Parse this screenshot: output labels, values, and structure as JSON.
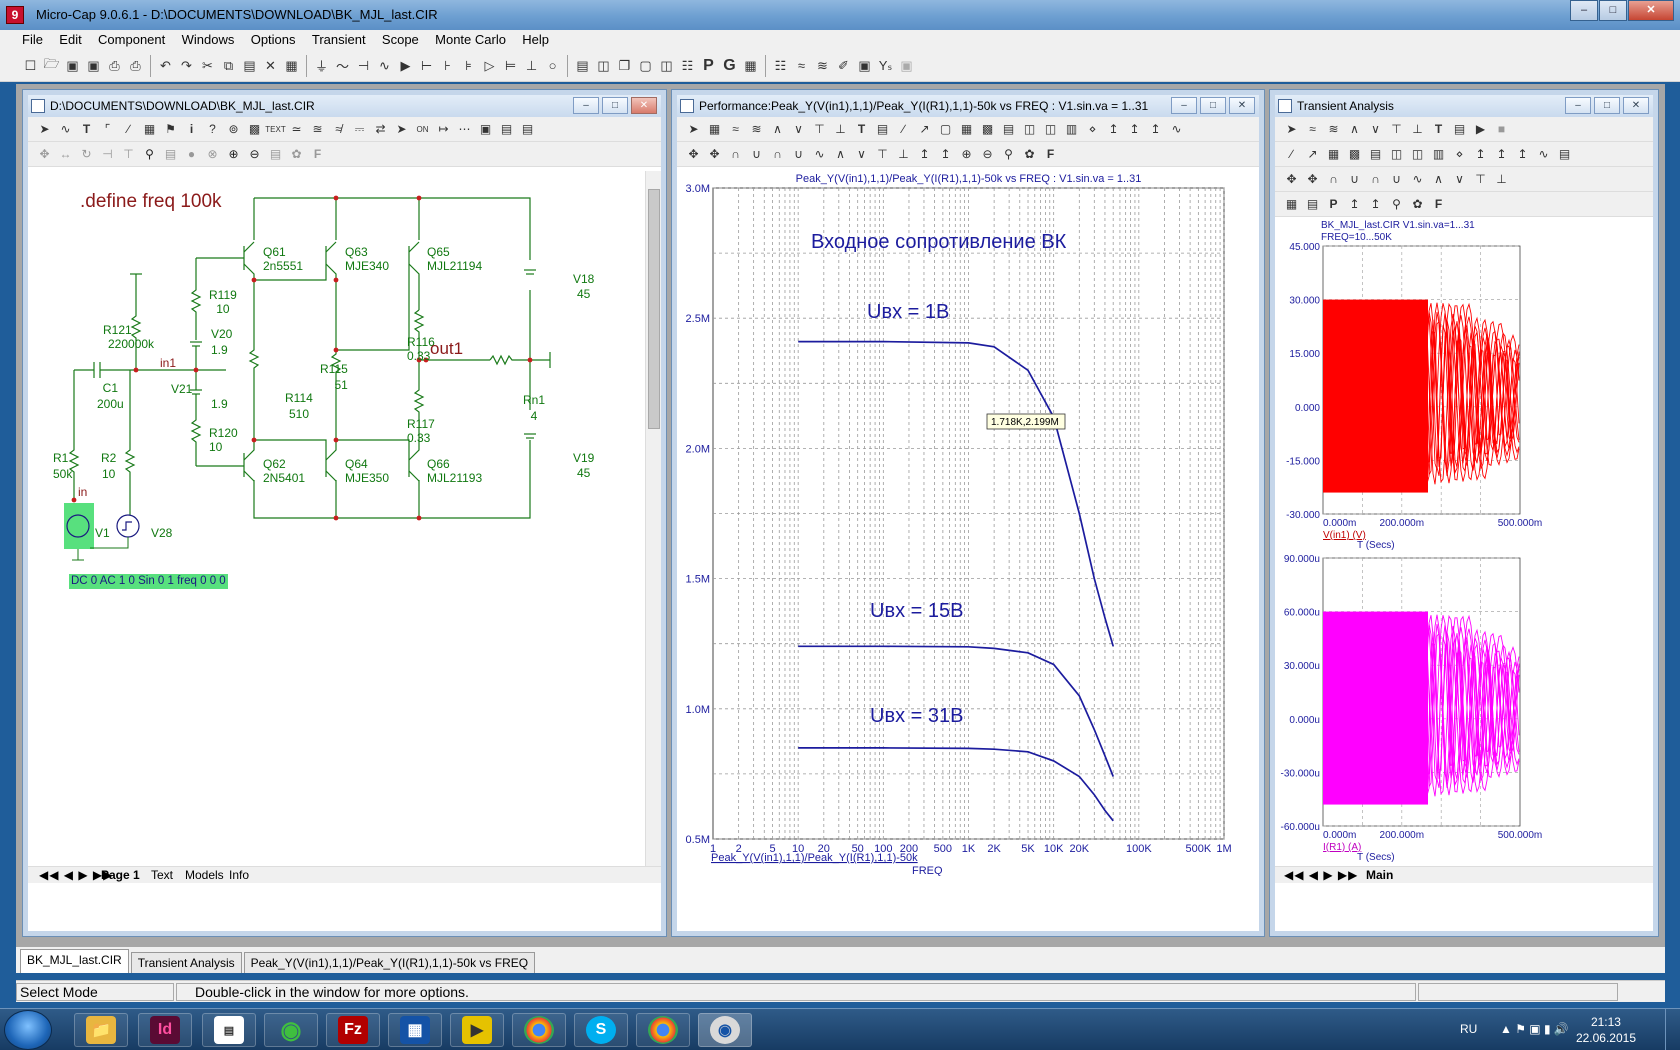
{
  "app": {
    "title": "Micro-Cap 9.0.6.1 - D:\\DOCUMENTS\\DOWNLOAD\\BK_MJL_last.CIR",
    "icon": "9"
  },
  "menu": [
    "File",
    "Edit",
    "Component",
    "Windows",
    "Options",
    "Transient",
    "Scope",
    "Monte Carlo",
    "Help"
  ],
  "schematic": {
    "title": "D:\\DOCUMENTS\\DOWNLOAD\\BK_MJL_last.CIR",
    "define": ".define freq 100k",
    "components": {
      "Q61": "Q61",
      "Q61v": "2n5551",
      "Q63": "Q63",
      "Q63v": "MJE340",
      "Q65": "Q65",
      "Q65v": "MJL21194",
      "Q62": "Q62",
      "Q62v": "2N5401",
      "Q64": "Q64",
      "Q64v": "MJE350",
      "Q66": "Q66",
      "Q66v": "MJL21193",
      "R119": "R119",
      "R119v": "10",
      "R121": "R121",
      "R121v": "220000k",
      "V20": "V20",
      "V20v": "1.9",
      "V21": "V21",
      "V21v": "1.9",
      "R120": "R120",
      "R120v": "10",
      "C1": "C1",
      "C1v": "200u",
      "R1": "R1",
      "R1v": "50k",
      "R2": "R2",
      "R2v": "10",
      "R114": "R114",
      "R114v": "510",
      "R115": "R115",
      "R115v": "51",
      "R116": "R116",
      "R116v": "0.33",
      "R117": "R117",
      "R117v": "0.33",
      "Rn1": "Rn1",
      "Rn1v": "4",
      "V18": "V18",
      "V18v": "45",
      "V19": "V19",
      "V19v": "45",
      "V1": "V1",
      "V28": "V28"
    },
    "nodes": {
      "in1": "in1",
      "out1": "out1",
      "in": "in"
    },
    "v1_attr": "DC 0 AC 1 0 Sin 0 1 freq 0 0 0",
    "page_tabs": [
      "Page 1",
      "Text",
      "Models",
      "Info"
    ]
  },
  "performance": {
    "title": "Performance:Peak_Y(V(in1),1,1)/Peak_Y(I(R1),1,1)-50k vs FREQ : V1.sin.va = 1..31",
    "plot_title": "Peak_Y(V(in1),1,1)/Peak_Y(I(R1),1,1)-50k vs FREQ : V1.sin.va = 1..31",
    "heading": "Входное сопротивление ВК",
    "labels": [
      "Uвх = 1В",
      "Uвх = 15В",
      "Uвх = 31В"
    ],
    "tooltip": "1.718K,2.199M",
    "y_label": "Peak_Y(V(in1),1,1)/Peak_Y(I(R1),1,1)-50k",
    "x_label": "FREQ"
  },
  "transient": {
    "title": "Transient Analysis",
    "hdr1": "BK_MJL_last.CIR V1.sin.va=1...31",
    "hdr2": "FREQ=10...50K",
    "top_y_label": "V(in1) (V)",
    "bot_y_label": "I(R1) (A)",
    "x_label": "T (Secs)",
    "top_yticks": [
      "45.000",
      "30.000",
      "15.000",
      "0.000",
      "-15.000",
      "-30.000"
    ],
    "bot_yticks": [
      "90.000u",
      "60.000u",
      "30.000u",
      "0.000u",
      "-30.000u",
      "-60.000u"
    ],
    "xticks": [
      "0.000m",
      "200.000m",
      "500.000m"
    ],
    "tab": "Main"
  },
  "chart_data": {
    "type": "line",
    "title": "Peak_Y(V(in1),1,1)/Peak_Y(I(R1),1,1)-50k vs FREQ : V1.sin.va = 1..31",
    "xlabel": "FREQ",
    "ylabel": "Peak_Y(V(in1),1,1)/Peak_Y(I(R1),1,1)-50k",
    "x_scale": "log",
    "xlim": [
      1,
      1000000
    ],
    "ylim": [
      0.5,
      3.0
    ],
    "y_unit": "M",
    "xticks": [
      "1",
      "2",
      "5",
      "10",
      "20",
      "50",
      "100",
      "200",
      "500",
      "1K",
      "2K",
      "5K",
      "10K",
      "20K",
      "100K",
      "500K",
      "1M"
    ],
    "yticks": [
      "3.0M",
      "2.5M",
      "2.0M",
      "1.5M",
      "1.0M",
      "0.5M"
    ],
    "grid": true,
    "x": [
      10,
      100,
      1000,
      2000,
      5000,
      10000,
      20000,
      30000,
      40000,
      50000
    ],
    "series": [
      {
        "values": [
          2.41,
          2.41,
          2.405,
          2.39,
          2.3,
          2.12,
          1.75,
          1.5,
          1.35,
          1.24
        ]
      },
      {
        "values": [
          1.24,
          1.24,
          1.238,
          1.232,
          1.215,
          1.17,
          1.05,
          0.92,
          0.82,
          0.74
        ]
      },
      {
        "values": [
          0.85,
          0.85,
          0.848,
          0.845,
          0.835,
          0.8,
          0.74,
          0.67,
          0.61,
          0.57
        ]
      }
    ]
  },
  "taskbar": {
    "lang": "RU",
    "time": "21:13",
    "date": "22.06.2015"
  },
  "tabs": [
    "BK_MJL_last.CIR",
    "Transient Analysis",
    "Peak_Y(V(in1),1,1)/Peak_Y(I(R1),1,1)-50k vs FREQ"
  ],
  "status": {
    "mode": "Select Mode",
    "hint": "Double-click in the window for more options."
  },
  "colors": {
    "schematic_wire": "#1a7a1a",
    "schematic_text": "#1a1a80",
    "component_label": "#107810",
    "node_label": "#8b1a1a",
    "curve": "#1c1c9e",
    "trace_top": "#ff0000",
    "trace_bottom": "#ff00ff",
    "v1_highlight": "#58e07e"
  }
}
